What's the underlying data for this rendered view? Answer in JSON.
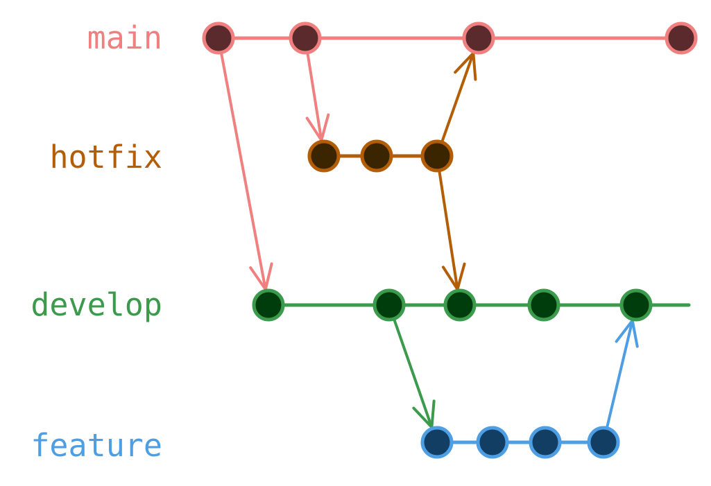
{
  "branches": {
    "main": {
      "label": "main",
      "line_color": "#f08080",
      "node_fill": "#5b2a2c",
      "node_stroke": "#f08080"
    },
    "hotfix": {
      "label": "hotfix",
      "line_color": "#b35e06",
      "node_fill": "#3b2501",
      "node_stroke": "#b35e06"
    },
    "develop": {
      "label": "develop",
      "line_color": "#3c9a4c",
      "node_fill": "#003d0c",
      "node_stroke": "#3c9a4c"
    },
    "feature": {
      "label": "feature",
      "line_color": "#4e9ee3",
      "node_fill": "#123e64",
      "node_stroke": "#4e9ee3"
    }
  },
  "commit_counts": {
    "main": 4,
    "hotfix": 3,
    "develop": 5,
    "feature": 4
  },
  "edges": [
    {
      "from": "main",
      "from_commit": 1,
      "to": "develop",
      "to_commit": 1
    },
    {
      "from": "main",
      "from_commit": 2,
      "to": "hotfix",
      "to_commit": 1
    },
    {
      "from": "hotfix",
      "from_commit": 3,
      "to": "main",
      "to_commit": 3
    },
    {
      "from": "hotfix",
      "from_commit": 3,
      "to": "develop",
      "to_commit": 3
    },
    {
      "from": "develop",
      "from_commit": 2,
      "to": "feature",
      "to_commit": 1
    },
    {
      "from": "feature",
      "from_commit": 4,
      "to": "develop",
      "to_commit": 5
    }
  ]
}
